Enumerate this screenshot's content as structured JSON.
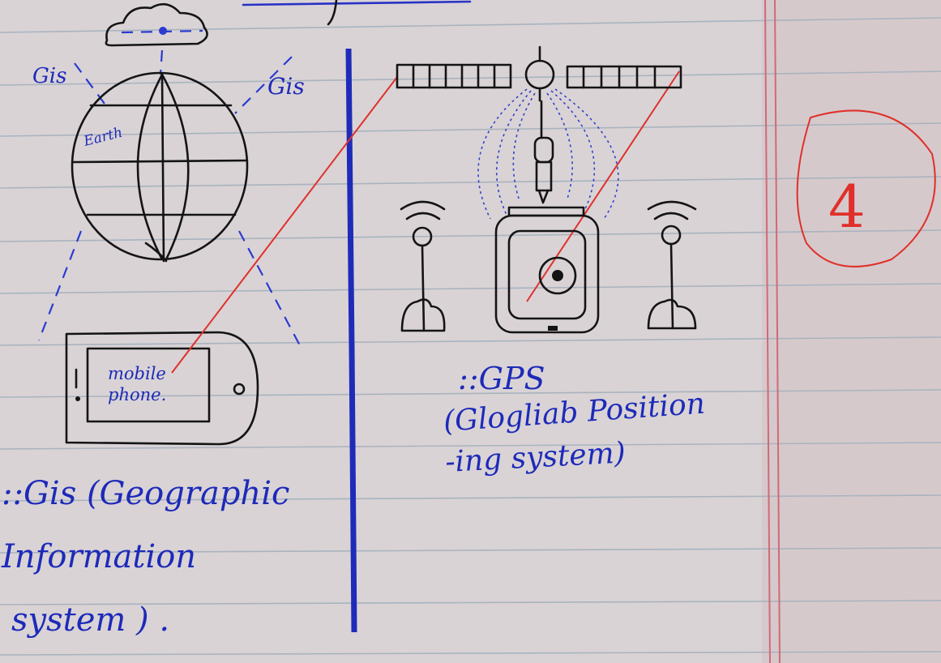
{
  "notes": {
    "left": {
      "gis_label_left": "Gis",
      "gis_label_right": "Gis",
      "earth_label": "Earth",
      "phone_line1": "mobile",
      "phone_line2": "phone.",
      "caption_line1": "::Gis (Geographic",
      "caption_line2": "Information",
      "caption_line3": "system ) ."
    },
    "right": {
      "caption_line1": "::GPS",
      "caption_line2": "(Glogliab Position",
      "caption_line3": "-ing system)"
    },
    "margin_number": "4"
  },
  "colors": {
    "paper": "#d9d3d6",
    "rule_line": "#a9b3be",
    "margin_line": "#d06a78",
    "ink_blue": "#1d2ab8",
    "ink_black": "#141414",
    "ink_red": "#e0302a"
  }
}
